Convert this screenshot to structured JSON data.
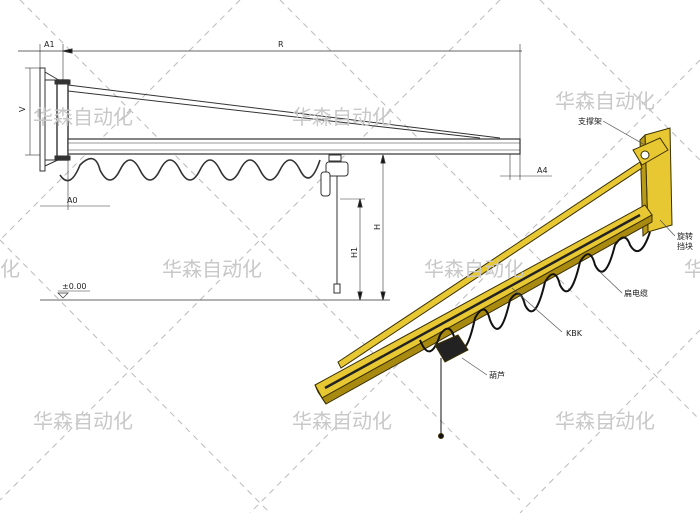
{
  "watermark": "华森自动化",
  "side_view": {
    "dimensions": {
      "A1": "A1",
      "R": "R",
      "V": "V",
      "A0": "A0",
      "A4": "A4",
      "H1": "H1",
      "H": "H",
      "ground": "±0.00"
    }
  },
  "perspective_view": {
    "callouts": {
      "support": "支撑架",
      "stopper_line1": "旋转",
      "stopper_line2": "挡块",
      "flat_cable": "扁电缆",
      "rail": "KBK",
      "hoist": "葫芦"
    },
    "colors": {
      "beam": "#e8c832",
      "outline": "#3a3000"
    }
  }
}
